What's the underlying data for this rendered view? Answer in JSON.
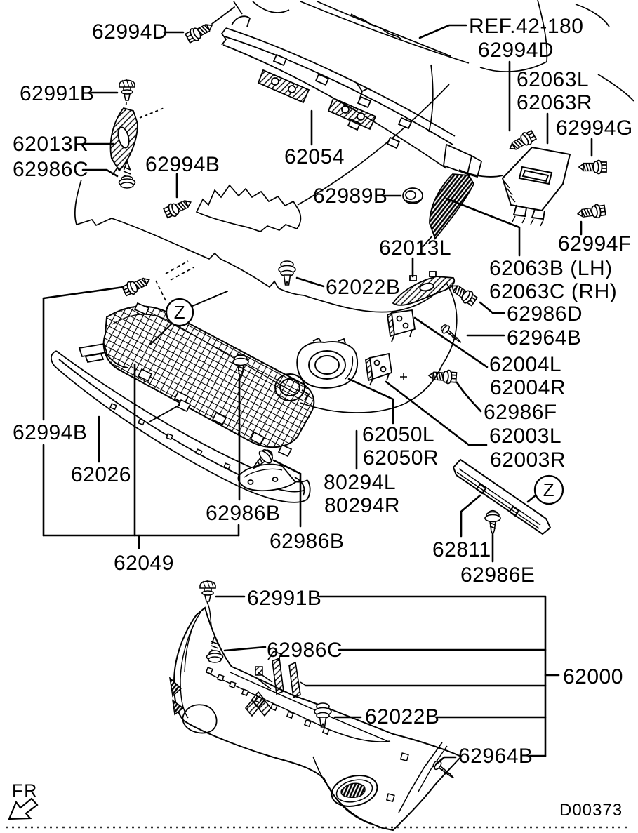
{
  "labels": {
    "ref": "REF.42-180",
    "p62994d": "62994D",
    "p62991b": "62991B",
    "p62013r": "62013R",
    "p62986c": "62986C",
    "p62994b": "62994B",
    "p62054": "62054",
    "p62063l": "62063L",
    "p62063r": "62063R",
    "p62994g": "62994G",
    "p62989b": "62989B",
    "p62994f": "62994F",
    "p62013l": "62013L",
    "p62063b_lh": "62063B (LH)",
    "p62063c_rh": "62063C (RH)",
    "p62022b": "62022B",
    "p62986d": "62986D",
    "p62964b": "62964B",
    "p62004l": "62004L",
    "p62004r": "62004R",
    "p62986f": "62986F",
    "p62003l": "62003L",
    "p62003r": "62003R",
    "p62050l": "62050L",
    "p62050r": "62050R",
    "p80294l": "80294L",
    "p80294r": "80294R",
    "p62986b": "62986B",
    "p62026": "62026",
    "p62049": "62049",
    "p62811": "62811",
    "p62986e": "62986E",
    "p62000": "62000",
    "zone_marker": "Z",
    "fr_label": "FR",
    "drawing_code": "D00373"
  }
}
